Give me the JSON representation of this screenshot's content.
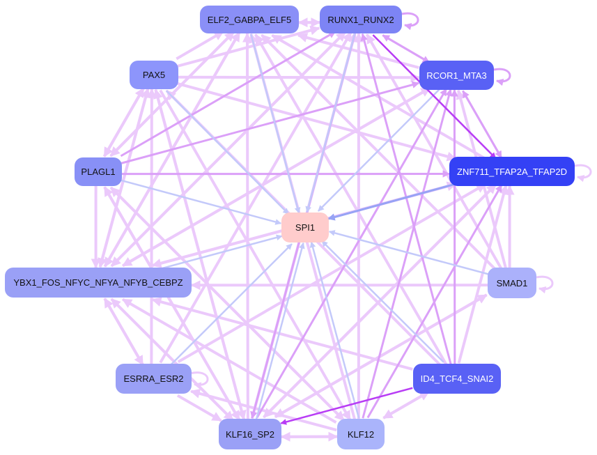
{
  "colors": {
    "light": "#ebc9fb",
    "medium": "#dba0f8",
    "dark": "#b83cf5",
    "blue": "#c3c9fa",
    "blue_strong": "#97a3f5"
  },
  "nodes": [
    {
      "id": "ELF2_GABPA_ELF5",
      "label": "ELF2_GABPA_ELF5",
      "color": "#8a8ff7",
      "text": "#111"
    },
    {
      "id": "RUNX1_RUNX2",
      "label": "RUNX1_RUNX2",
      "color": "#7d84f5",
      "text": "#111"
    },
    {
      "id": "PAX5",
      "label": "PAX5",
      "color": "#8d95fb",
      "text": "#111"
    },
    {
      "id": "RCOR1_MTA3",
      "label": "RCOR1_MTA3",
      "color": "#5961f5",
      "text": "#fff"
    },
    {
      "id": "PLAGL1",
      "label": "PLAGL1",
      "color": "#8890f6",
      "text": "#111"
    },
    {
      "id": "ZNF711_TFAP2A_TFAP2D",
      "label": "ZNF711_TFAP2A_TFAP2D",
      "color": "#3441f5",
      "text": "#fff"
    },
    {
      "id": "YBX1_FOS_NFYC_NFYA_NFYB_CEBPZ",
      "label": "YBX1_FOS_NFYC_NFYA_NFYB_CEBPZ",
      "color": "#9aa0f6",
      "text": "#111"
    },
    {
      "id": "SMAD1",
      "label": "SMAD1",
      "color": "#abb1fb",
      "text": "#111"
    },
    {
      "id": "ESRRA_ESR2",
      "label": "ESRRA_ESR2",
      "color": "#9aa0f6",
      "text": "#111"
    },
    {
      "id": "ID4_TCF4_SNAI2",
      "label": "ID4_TCF4_SNAI2",
      "color": "#5961f5",
      "text": "#fff"
    },
    {
      "id": "KLF16_SP2",
      "label": "KLF16_SP2",
      "color": "#9aa0f6",
      "text": "#111"
    },
    {
      "id": "KLF12",
      "label": "KLF12",
      "color": "#aab4fb",
      "text": "#111"
    },
    {
      "id": "SPI1",
      "label": "SPI1",
      "color": "#ffcccc",
      "text": "#111"
    }
  ],
  "edges": [
    [
      0,
      1,
      "light"
    ],
    [
      1,
      0,
      "light"
    ],
    [
      1,
      3,
      "medium"
    ],
    [
      3,
      1,
      "medium"
    ],
    [
      1,
      5,
      "dark"
    ],
    [
      3,
      5,
      "medium"
    ],
    [
      5,
      3,
      "medium"
    ],
    [
      2,
      3,
      "light"
    ],
    [
      2,
      5,
      "light"
    ],
    [
      2,
      1,
      "light"
    ],
    [
      2,
      0,
      "light"
    ],
    [
      2,
      4,
      "light"
    ],
    [
      2,
      6,
      "light"
    ],
    [
      2,
      10,
      "light"
    ],
    [
      2,
      11,
      "light"
    ],
    [
      4,
      0,
      "light"
    ],
    [
      4,
      1,
      "medium"
    ],
    [
      4,
      3,
      "medium"
    ],
    [
      4,
      5,
      "medium"
    ],
    [
      4,
      6,
      "light"
    ],
    [
      4,
      10,
      "light"
    ],
    [
      4,
      11,
      "light"
    ],
    [
      4,
      2,
      "light"
    ],
    [
      6,
      0,
      "light"
    ],
    [
      6,
      1,
      "light"
    ],
    [
      6,
      2,
      "light"
    ],
    [
      6,
      3,
      "light"
    ],
    [
      6,
      5,
      "light"
    ],
    [
      6,
      8,
      "light"
    ],
    [
      6,
      10,
      "light"
    ],
    [
      7,
      5,
      "light"
    ],
    [
      7,
      6,
      "light"
    ],
    [
      7,
      1,
      "light"
    ],
    [
      7,
      3,
      "light"
    ],
    [
      7,
      0,
      "light"
    ],
    [
      7,
      10,
      "light"
    ],
    [
      8,
      6,
      "light"
    ],
    [
      8,
      1,
      "light"
    ],
    [
      8,
      5,
      "light"
    ],
    [
      8,
      2,
      "light"
    ],
    [
      8,
      10,
      "light"
    ],
    [
      9,
      0,
      "light"
    ],
    [
      9,
      1,
      "medium"
    ],
    [
      9,
      3,
      "medium"
    ],
    [
      9,
      10,
      "dark"
    ],
    [
      9,
      11,
      "light"
    ],
    [
      9,
      6,
      "light"
    ],
    [
      9,
      5,
      "light"
    ],
    [
      9,
      2,
      "light"
    ],
    [
      10,
      0,
      "light"
    ],
    [
      10,
      1,
      "light"
    ],
    [
      10,
      3,
      "medium"
    ],
    [
      10,
      5,
      "light"
    ],
    [
      10,
      7,
      "light"
    ],
    [
      10,
      11,
      "light"
    ],
    [
      10,
      6,
      "light"
    ],
    [
      10,
      2,
      "light"
    ],
    [
      10,
      4,
      "light"
    ],
    [
      11,
      10,
      "light"
    ],
    [
      11,
      9,
      "light"
    ],
    [
      11,
      1,
      "light"
    ],
    [
      11,
      3,
      "medium"
    ],
    [
      11,
      5,
      "medium"
    ],
    [
      11,
      6,
      "light"
    ],
    [
      11,
      0,
      "light"
    ],
    [
      11,
      4,
      "light"
    ],
    [
      11,
      8,
      "light"
    ],
    [
      3,
      0,
      "light"
    ],
    [
      5,
      0,
      "light"
    ],
    [
      5,
      6,
      "light"
    ],
    [
      5,
      10,
      "light"
    ],
    [
      3,
      6,
      "light"
    ],
    [
      1,
      6,
      "light"
    ],
    [
      1,
      10,
      "medium"
    ],
    [
      0,
      6,
      "light"
    ],
    [
      0,
      4,
      "light"
    ],
    [
      0,
      12,
      "blue"
    ],
    [
      1,
      12,
      "blue"
    ],
    [
      2,
      12,
      "blue"
    ],
    [
      3,
      12,
      "blue"
    ],
    [
      4,
      12,
      "blue"
    ],
    [
      5,
      12,
      "blue_strong"
    ],
    [
      6,
      12,
      "blue"
    ],
    [
      7,
      12,
      "blue"
    ],
    [
      8,
      12,
      "blue"
    ],
    [
      9,
      12,
      "blue"
    ],
    [
      10,
      12,
      "blue"
    ],
    [
      11,
      12,
      "blue"
    ]
  ],
  "self_loops": [
    [
      1,
      "medium"
    ],
    [
      3,
      "medium"
    ],
    [
      5,
      "light"
    ],
    [
      7,
      "light"
    ],
    [
      8,
      "light"
    ]
  ]
}
